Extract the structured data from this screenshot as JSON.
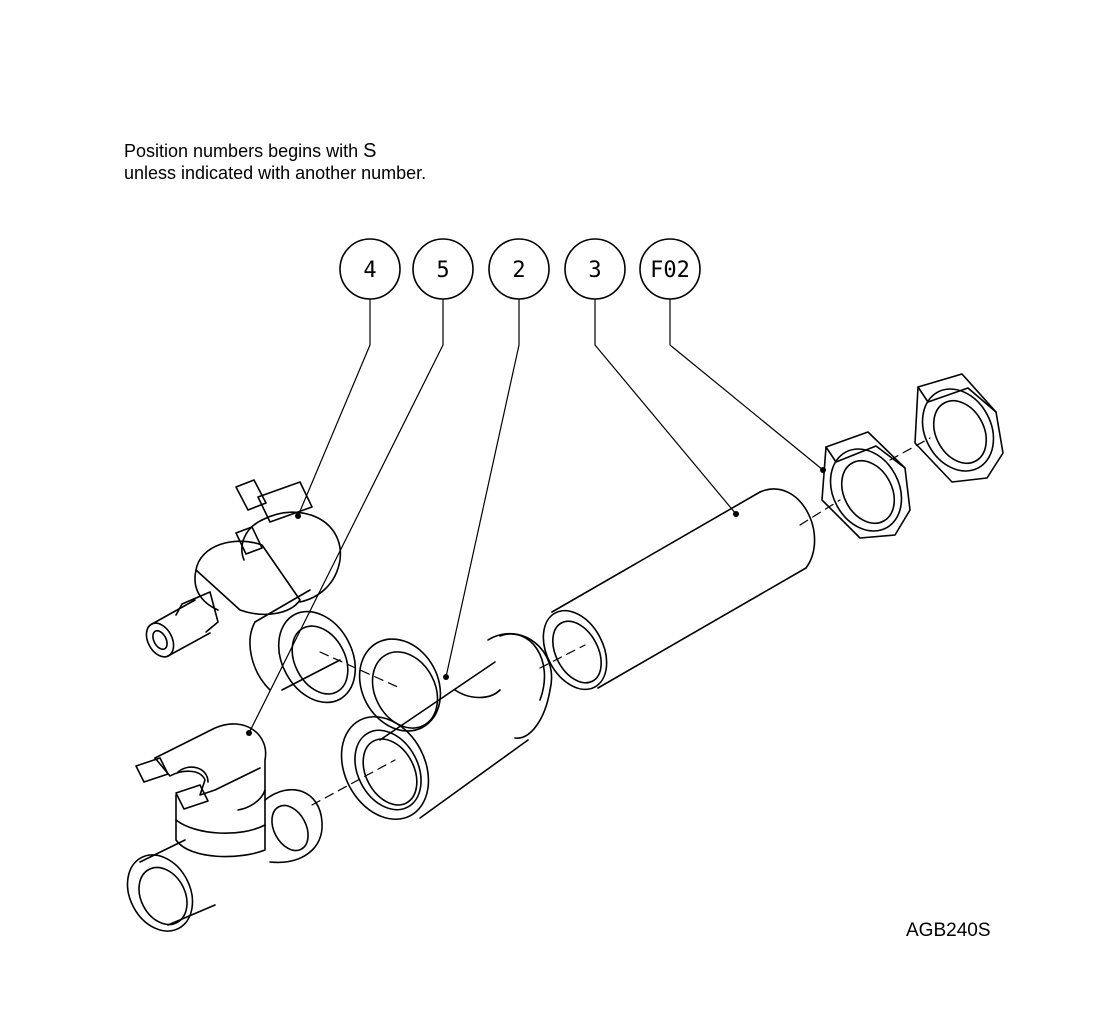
{
  "note": {
    "line1": "Position numbers begins with",
    "line1_suffix": "S",
    "line2": "unless indicated with another number."
  },
  "callouts": [
    {
      "label": "4",
      "part": "solenoid-valve-angled"
    },
    {
      "label": "5",
      "part": "solenoid-valve-tee"
    },
    {
      "label": "2",
      "part": "tee-fitting"
    },
    {
      "label": "3",
      "part": "pipe"
    },
    {
      "label": "F02",
      "part": "hex-nut"
    }
  ],
  "drawing_code": "AGB240S"
}
